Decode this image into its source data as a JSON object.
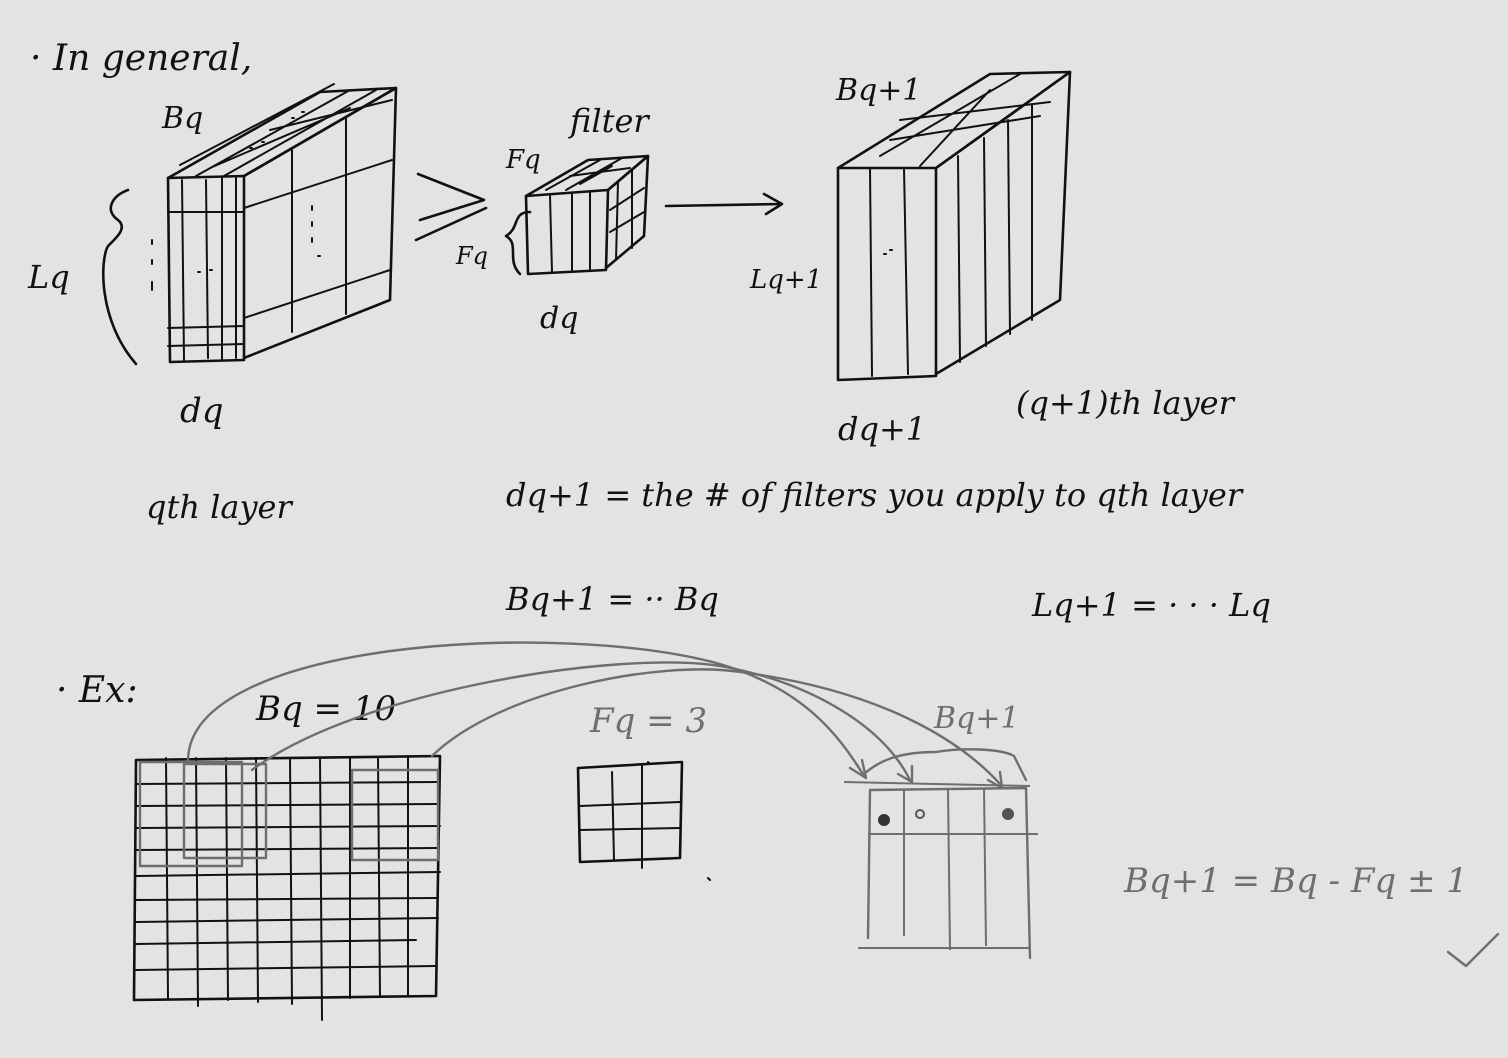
{
  "colors": {
    "background": "#e3e3e3",
    "ink": "#111111",
    "pencil": "#6e6e6e"
  },
  "heading": "· In general,",
  "layer_q": {
    "width_label": "Bq",
    "height_label": "Lq",
    "depth_label": "dq",
    "caption": "qth layer"
  },
  "filter": {
    "title": "filter",
    "top_label": "Fq",
    "side_label": "Fq",
    "depth_label": "dq"
  },
  "layer_q1": {
    "width_label": "Bq+1",
    "height_label": "Lq+1",
    "depth_label": "dq+1",
    "caption": "(q+1)th layer"
  },
  "equations": {
    "depth": "dq+1 = the # of filters you apply to qth layer",
    "width": "Bq+1 = ·· Bq",
    "height": "Lq+1 = · · · Lq"
  },
  "example": {
    "label": "· Ex:",
    "input_width": "Bq = 10",
    "filter_size": "Fq = 3",
    "output_width": "Bq+1",
    "formula": "Bq+1 = Bq - Fq ± 1",
    "checkmark": "check-mark-icon"
  }
}
